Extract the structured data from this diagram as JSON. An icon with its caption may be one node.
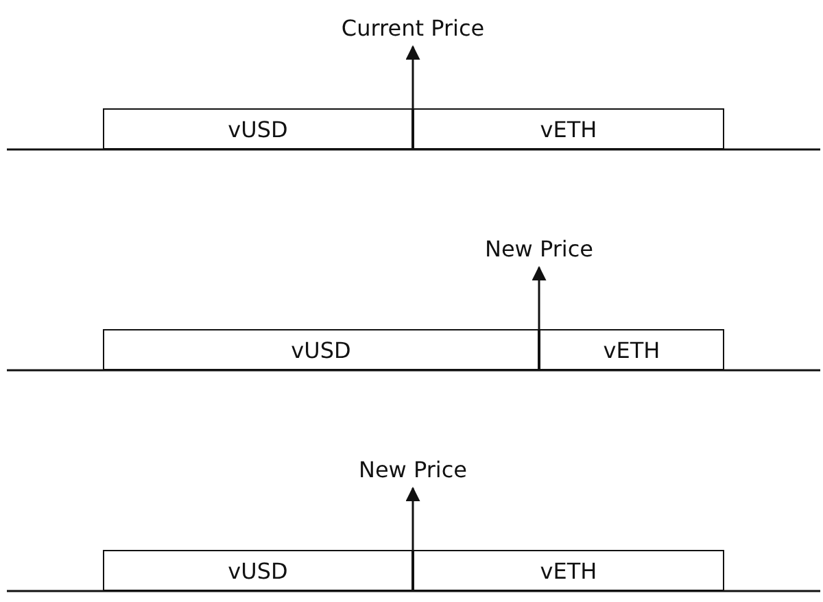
{
  "diagram": {
    "nodes": [
      {
        "text": [
          "Current Price"
        ]
      },
      {
        "text": [
          "vUSD"
        ]
      },
      {
        "text": [
          "vETH"
        ]
      },
      {
        "text": [
          "New Price"
        ]
      },
      {
        "text": [
          "vUSD"
        ]
      },
      {
        "text": [
          "vETH"
        ]
      },
      {
        "text": [
          "New Price"
        ]
      },
      {
        "text": [
          "vUSD"
        ]
      },
      {
        "text": [
          "vETH"
        ]
      }
    ],
    "edges": [
      {
        "from": 1,
        "to": 0,
        "arrow": "to"
      },
      {
        "from": 5,
        "to": 3,
        "arrow": "to"
      },
      {
        "from": 7,
        "to": 6,
        "arrow": "to"
      }
    ]
  }
}
